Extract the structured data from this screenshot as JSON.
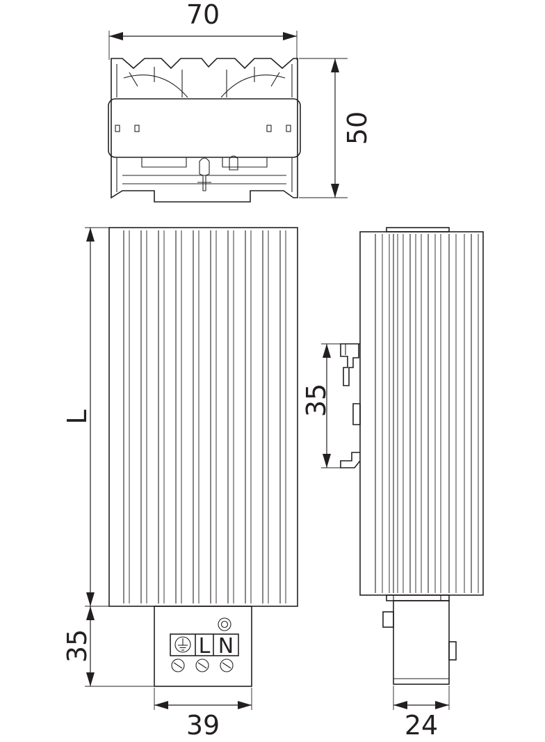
{
  "dimensions": {
    "top_width": "70",
    "top_height": "50",
    "length": "L",
    "rail_height": "35",
    "terminal_height": "35",
    "terminal_width": "39",
    "side_width": "24"
  },
  "terminals": {
    "line": "L",
    "neutral": "N"
  },
  "icons": {
    "ground": "ground-icon"
  }
}
